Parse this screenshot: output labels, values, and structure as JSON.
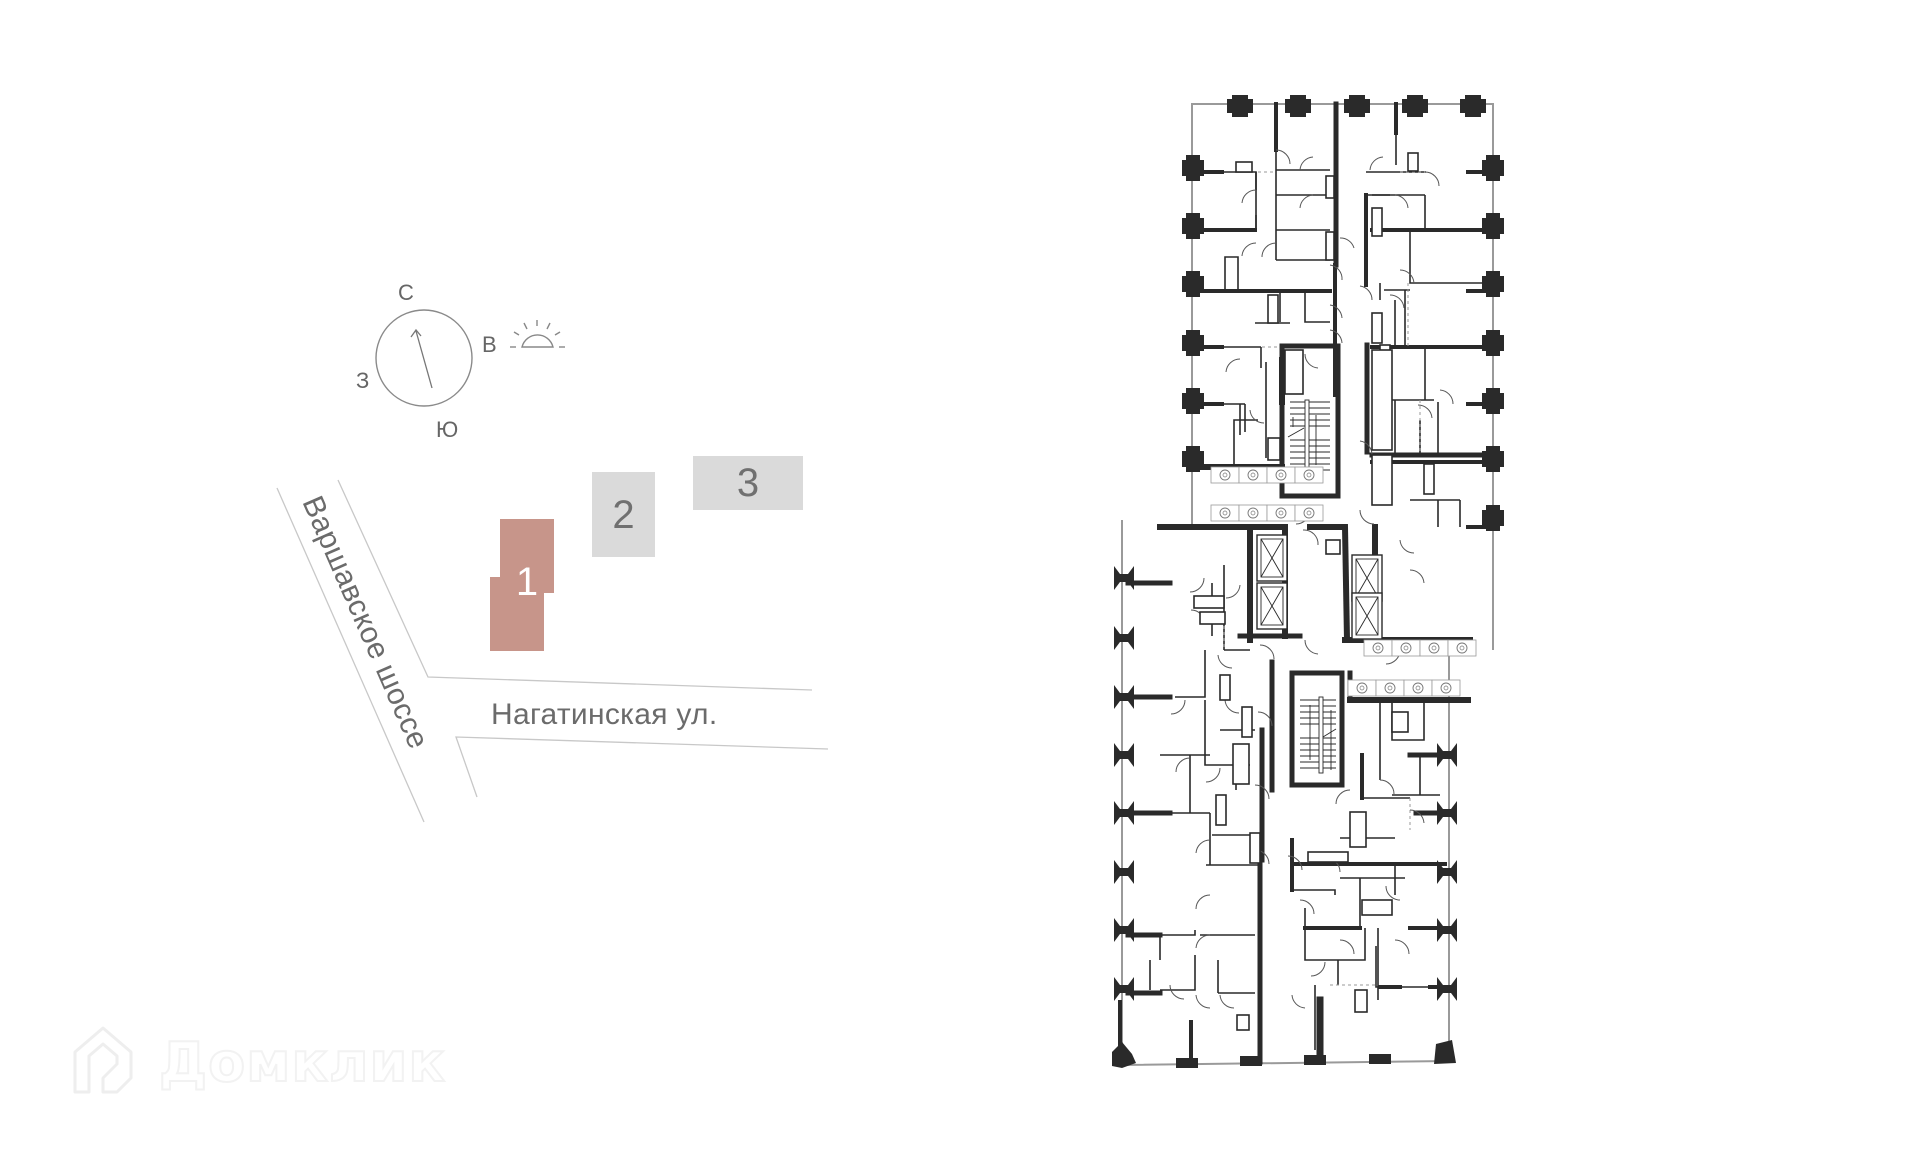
{
  "compass": {
    "north": "С",
    "east": "В",
    "west": "З",
    "south": "Ю",
    "sunrise_icon": "sunrise-icon"
  },
  "site_plan": {
    "buildings": [
      {
        "number": "1",
        "state": "selected",
        "color": "#c7958a",
        "text_color": "#ffffff"
      },
      {
        "number": "2",
        "state": "other",
        "color": "#dadada",
        "text_color": "#707070"
      },
      {
        "number": "3",
        "state": "other",
        "color": "#dadada",
        "text_color": "#707070"
      }
    ],
    "streets": [
      {
        "name": "Варшавское шоссе"
      },
      {
        "name": "Нагатинская ул."
      }
    ]
  },
  "floor_plan": {
    "label": "floor-plan",
    "wall_color": "#2a2a2a",
    "facade_color": "#9a9a9a"
  },
  "watermark": {
    "brand": "Домклик",
    "icon": "house-logo-icon"
  }
}
